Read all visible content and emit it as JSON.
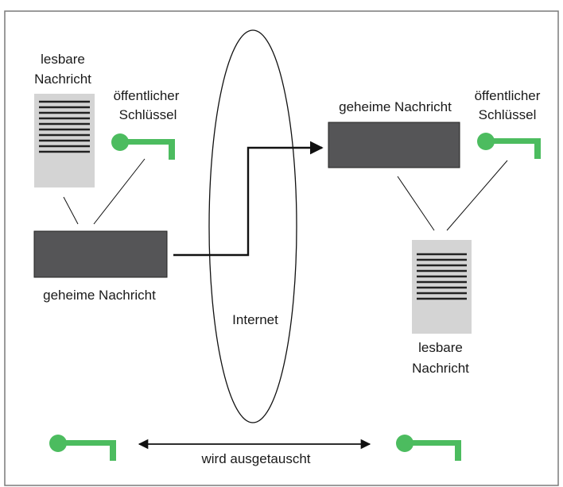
{
  "labels": {
    "readable_left_line1": "lesbare",
    "readable_left_line2": "Nachricht",
    "pubkey_left_line1": "öffentlicher",
    "pubkey_left_line2": "Schlüssel",
    "secret_left": "geheime Nachricht",
    "internet": "Internet",
    "secret_right": "geheime Nachricht",
    "pubkey_right_line1": "öffentlicher",
    "pubkey_right_line2": "Schlüssel",
    "readable_right_line1": "lesbare",
    "readable_right_line2": "Nachricht",
    "exchanged": "wird ausgetauscht"
  },
  "colors": {
    "key_green": "#4cbc5f",
    "secret_box": "#555557",
    "document_bg": "#d4d4d4",
    "document_lines": "#222222",
    "frame": "#7a7a7a"
  }
}
